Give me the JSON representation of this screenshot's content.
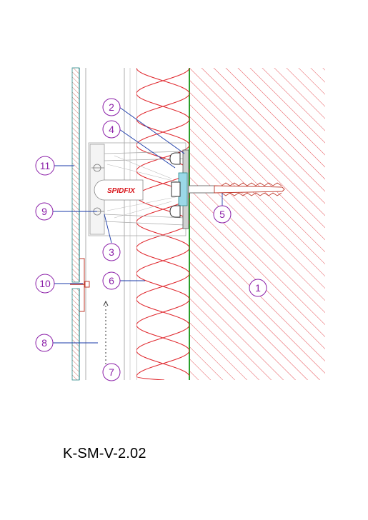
{
  "drawing": {
    "code": "K-SM-V-2.02",
    "brand": "SPIDFIX"
  },
  "callouts": [
    {
      "id": "c1",
      "label": "1"
    },
    {
      "id": "c2",
      "label": "2"
    },
    {
      "id": "c3",
      "label": "3"
    },
    {
      "id": "c4",
      "label": "4"
    },
    {
      "id": "c5",
      "label": "5"
    },
    {
      "id": "c6",
      "label": "6"
    },
    {
      "id": "c7",
      "label": "7"
    },
    {
      "id": "c8",
      "label": "8"
    },
    {
      "id": "c9",
      "label": "9"
    },
    {
      "id": "c10",
      "label": "10"
    },
    {
      "id": "c11",
      "label": "11"
    }
  ],
  "colors": {
    "hatch": "#e0282e",
    "insulation": "#e0282e",
    "callout": "#8b1fa8",
    "membrane": "#2aa02a",
    "cladding": "#2a8a8a",
    "bracket": "#9a9a9a"
  }
}
